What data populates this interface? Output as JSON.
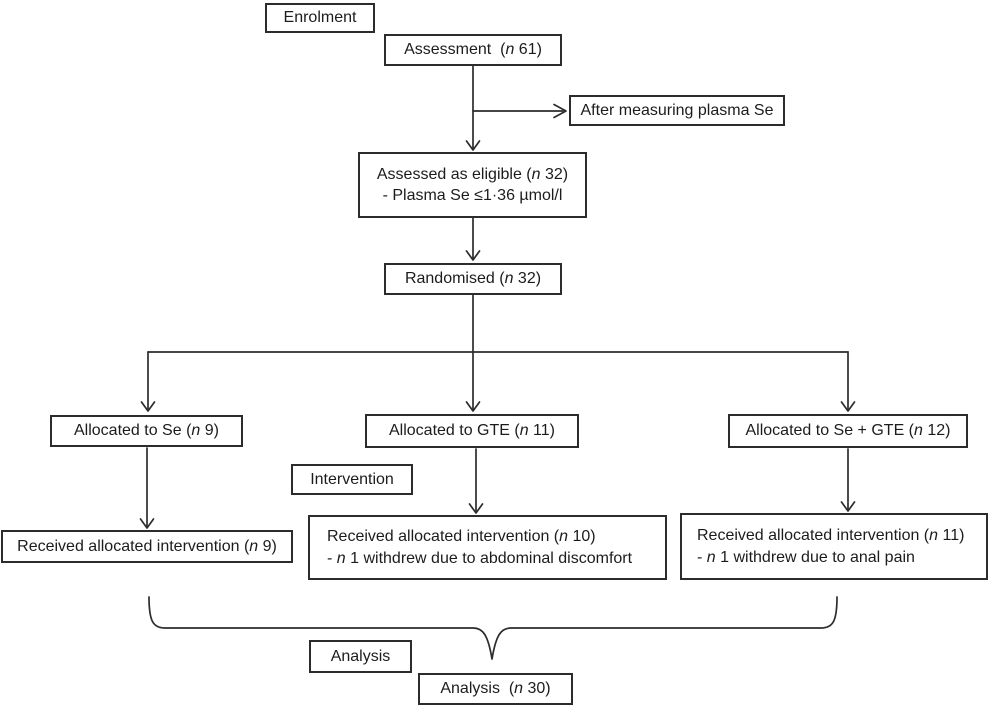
{
  "figure": {
    "kind": "flowchart",
    "background": "#ffffff",
    "line_color": "#2c2c2c",
    "text_color": "#1c1c1c"
  },
  "nodes": {
    "enrolment": {
      "text": "Enrolment"
    },
    "assessment": {
      "pre": "Assessment  (",
      "n": "n",
      "post": " 61)"
    },
    "after_measuring": {
      "text": "After measuring plasma Se"
    },
    "eligible": {
      "line1": {
        "pre": "Assessed as eligible (",
        "n": "n",
        "post": " 32)"
      },
      "line2": {
        "pre": "- Plasma Se ≤1·36 µmol/l",
        "n": "",
        "post": ""
      }
    },
    "randomised": {
      "pre": "Randomised (",
      "n": "n",
      "post": " 32)"
    },
    "alloc_se": {
      "pre": "Allocated to Se (",
      "n": "n",
      "post": " 9)"
    },
    "alloc_gte": {
      "pre": "Allocated to GTE (",
      "n": "n",
      "post": " 11)"
    },
    "alloc_se_gte": {
      "pre": "Allocated to Se + GTE (",
      "n": "n",
      "post": " 12)"
    },
    "intervention": {
      "text": "Intervention"
    },
    "recv_se": {
      "pre": "Received allocated intervention (",
      "n": "n",
      "post": " 9)"
    },
    "recv_gte": {
      "line1": {
        "pre": "Received allocated intervention (",
        "n": "n",
        "post": " 10)"
      },
      "line2": {
        "pre": "- ",
        "n": "n",
        "post": " 1 withdrew due to abdominal discomfort"
      }
    },
    "recv_se_gte": {
      "line1": {
        "pre": "Received allocated intervention (",
        "n": "n",
        "post": " 11)"
      },
      "line2": {
        "pre": "- ",
        "n": "n",
        "post": " 1 withdrew due to anal pain"
      }
    },
    "analysis_label": {
      "text": "Analysis"
    },
    "analysis_n30": {
      "pre": "Analysis  (",
      "n": "n",
      "post": " 30)"
    }
  },
  "edges": [
    "assessment -> after_measuring",
    "assessment -> eligible",
    "eligible -> randomised",
    "randomised -> alloc_se",
    "randomised -> alloc_gte",
    "randomised -> alloc_se_gte",
    "alloc_se -> recv_se",
    "alloc_gte -> recv_gte",
    "alloc_se_gte -> recv_se_gte",
    "recv_se + recv_gte + recv_se_gte -> analysis_n30 (brace)"
  ]
}
